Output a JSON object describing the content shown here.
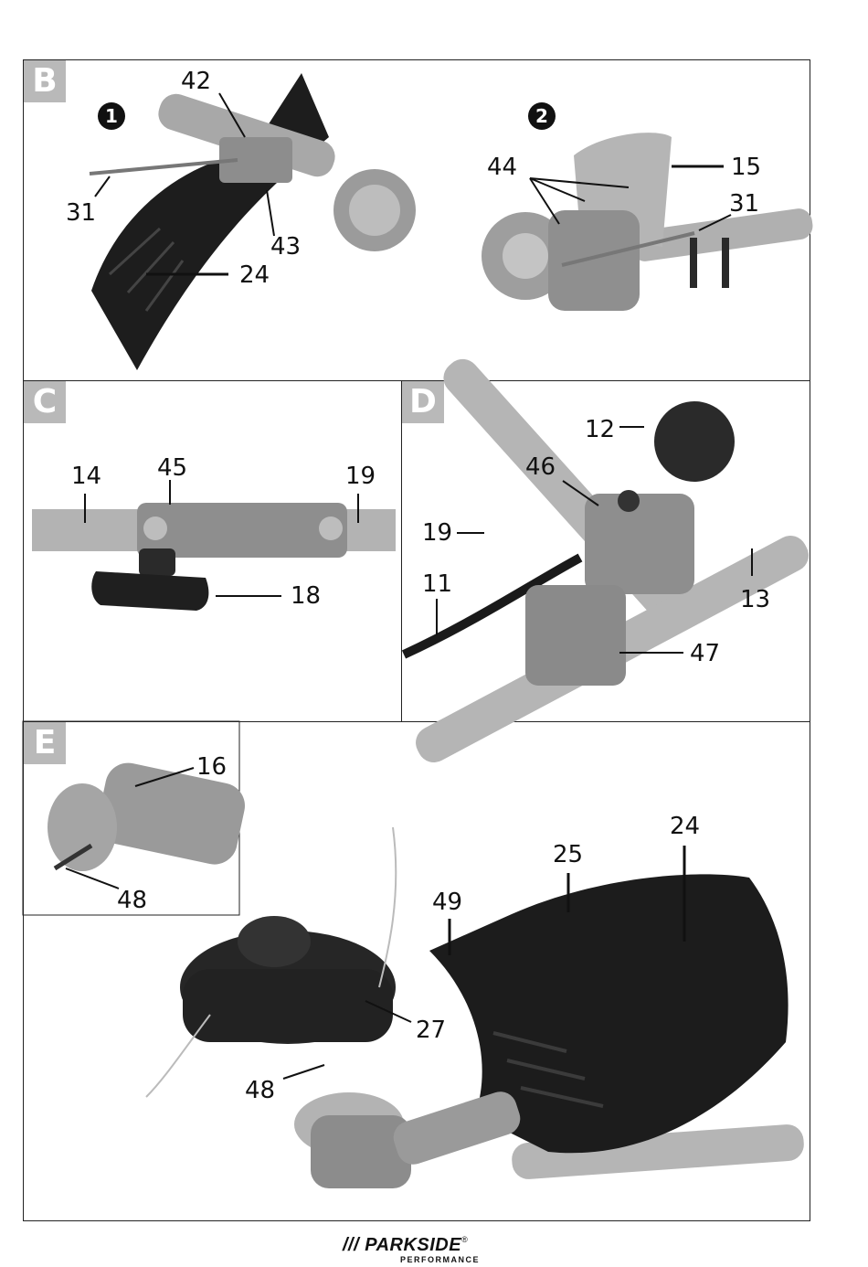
{
  "panels": {
    "B": {
      "tag": "B",
      "steps": [
        "1",
        "2"
      ],
      "labels": {
        "l42": "42",
        "l31a": "31",
        "l43": "43",
        "l24": "24",
        "l44": "44",
        "l15": "15",
        "l31b": "31"
      }
    },
    "C": {
      "tag": "C",
      "labels": {
        "l14": "14",
        "l45": "45",
        "l19": "19",
        "l18": "18"
      }
    },
    "D": {
      "tag": "D",
      "labels": {
        "l12": "12",
        "l46": "46",
        "l19": "19",
        "l11": "11",
        "l13": "13",
        "l47": "47"
      }
    },
    "E": {
      "tag": "E",
      "labels": {
        "l16": "16",
        "l48a": "48",
        "l24": "24",
        "l25": "25",
        "l49": "49",
        "l27": "27",
        "l48b": "48"
      }
    }
  },
  "brand": {
    "name": "/// PARKSIDE",
    "reg": "®",
    "sub": "PERFORMANCE"
  },
  "colors": {
    "tag_bg": "#b9b9b9",
    "metal": "#a8a8a8",
    "dark": "#1d1d1d"
  }
}
